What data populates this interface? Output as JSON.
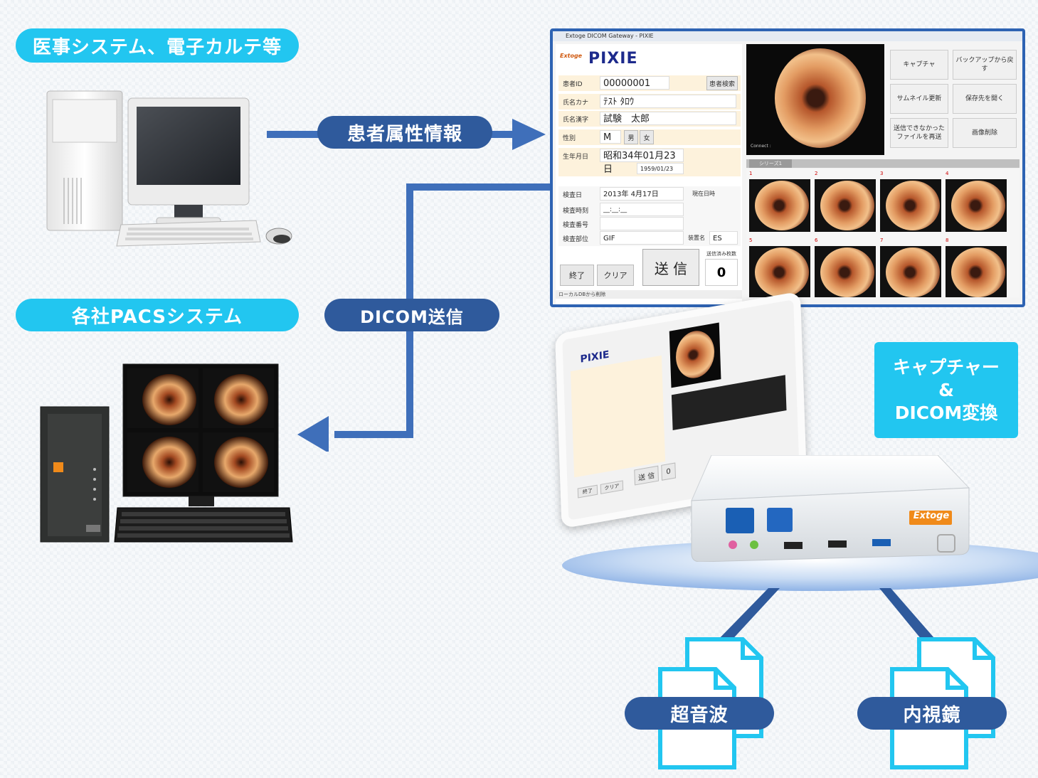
{
  "labels": {
    "emr": "医事システム、電子カルテ等",
    "pacs": "各社PACSシステム",
    "patient_info": "患者属性情報",
    "dicom_send": "DICOM送信",
    "capture_line1": "キャプチャー",
    "capture_line2": "&",
    "capture_line3": "DICOM変換",
    "ultrasound": "超音波",
    "endoscope": "内視鏡"
  },
  "app": {
    "window_title": "Extoge DICOM Gateway - PIXIE",
    "brand": "PIXIE",
    "brand_sub": "Extoge",
    "fields": [
      {
        "label": "患者ID",
        "value": "00000001"
      },
      {
        "label": "氏名カナ",
        "value": "ﾃｽﾄ ﾀﾛｳ"
      },
      {
        "label": "氏名漢字",
        "value": "試験　太郎"
      },
      {
        "label": "性別",
        "value": "M"
      },
      {
        "label": "生年月日",
        "value": "昭和34年01月23日"
      }
    ],
    "birth_alt": "1959/01/23",
    "sex_buttons": [
      "男",
      "女"
    ],
    "patient_search_button": "患者検索",
    "exam_fields": [
      {
        "label": "検査日",
        "value": "2013年 4月17日"
      },
      {
        "label": "検査時刻",
        "value": "__:__:__"
      },
      {
        "label": "検査番号",
        "value": ""
      },
      {
        "label": "検査部位",
        "value": "GIF"
      }
    ],
    "now_label": "現在日時",
    "modality_label": "装置名",
    "modality_value": "ES",
    "end_button": "終了",
    "clear_button": "クリア",
    "send_button": "送 信",
    "unsent_label": "送信済み枚数",
    "unsent_count": "0",
    "status_bar": "ローカルDBから削除",
    "right_buttons": [
      "キャプチャ",
      "バックアップから戻す",
      "サムネイル更新",
      "保存先を開く",
      "送信できなかったファイルを再送",
      "画像削除"
    ],
    "series_tab": "シリーズ1",
    "thumb_numbers": [
      "1",
      "2",
      "3",
      "4",
      "5",
      "6",
      "7",
      "8"
    ],
    "connect_label": "Connect :"
  },
  "tablet": {
    "brand": "PIXIE",
    "send_button": "送 信",
    "end_button": "終了",
    "clear_button": "クリア",
    "unsent_count": "0"
  },
  "device": {
    "brand": "Extoge"
  },
  "colors": {
    "cyan": "#22c6f0",
    "navy": "#2f5a9c",
    "arrow": "#3f6fba",
    "frame": "#2e63b3"
  }
}
